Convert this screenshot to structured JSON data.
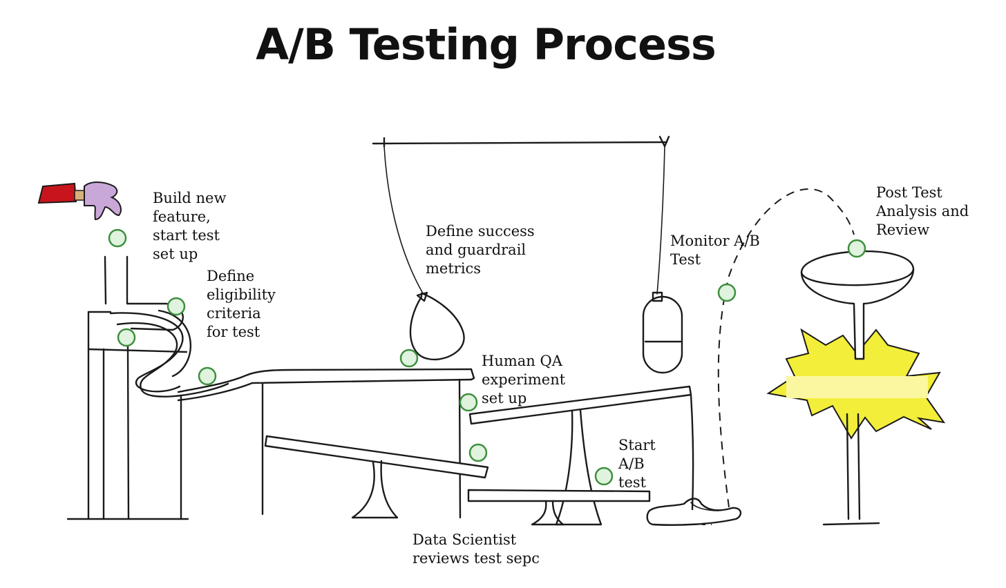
{
  "title": "A/B Testing Process",
  "colors": {
    "ball_fill": "#dff3df",
    "ball_stroke": "#3d8f3d",
    "sleeve": "#c8141c",
    "hand": "#c9a8d9",
    "explosion": "#f2ee3a"
  },
  "steps": [
    {
      "id": "build",
      "text": "Build new\nfeature,\nstart test\nset up"
    },
    {
      "id": "eligibility",
      "text": "Define\neligibility\ncriteria\nfor test"
    },
    {
      "id": "metrics",
      "text": "Define success\nand guardrail\nmetrics"
    },
    {
      "id": "monitor",
      "text": "Monitor A/B\nTest"
    },
    {
      "id": "post",
      "text": "Post Test\nAnalysis and\nReview"
    },
    {
      "id": "qa",
      "text": "Human QA\nexperiment\nset up"
    },
    {
      "id": "start",
      "text": "Start\nA/B\ntest"
    },
    {
      "id": "ds",
      "text": "Data Scientist\nreviews test sepc"
    }
  ],
  "icons": [
    "hand-icon",
    "balloon-icon",
    "weight-icon",
    "funnel-icon",
    "explosion-icon",
    "shoe-icon"
  ]
}
